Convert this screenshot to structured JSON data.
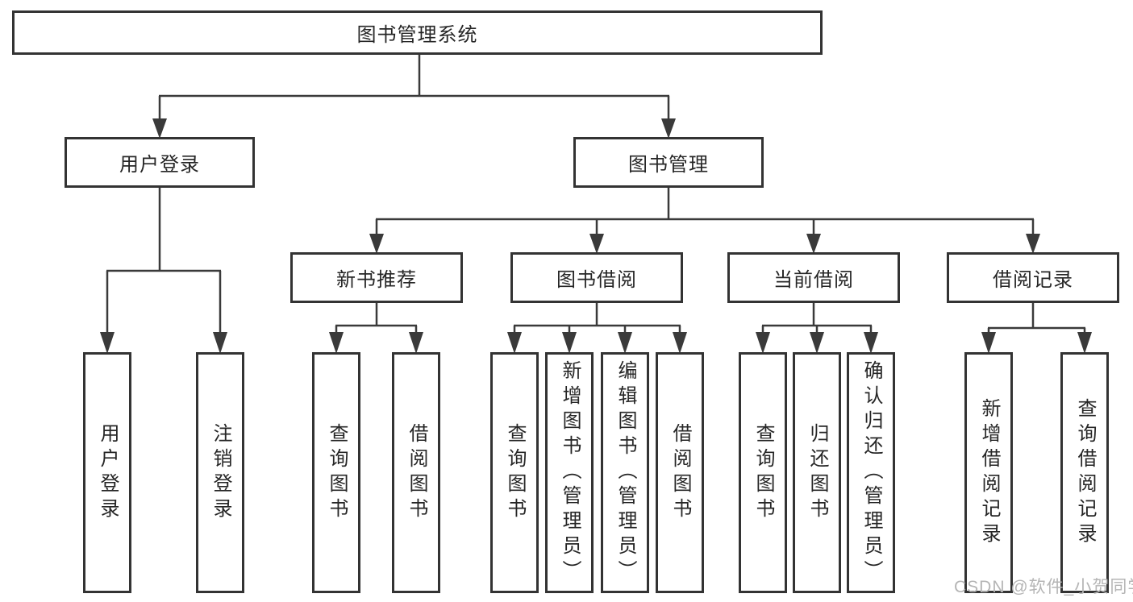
{
  "colors": {
    "line": "#3a3a3a",
    "border": "#333333",
    "text": "#262626",
    "watermark": "#b5b5b5",
    "bg": "#ffffff"
  },
  "tree": {
    "root": "图书管理系统",
    "branches": [
      {
        "label": "用户登录",
        "children": [
          "用户登录",
          "注销登录"
        ]
      },
      {
        "label": "图书管理",
        "groups": [
          {
            "label": "新书推荐",
            "children": [
              "查询图书",
              "借阅图书"
            ]
          },
          {
            "label": "图书借阅",
            "children": [
              "查询图书",
              "新增图书（管理员）",
              "编辑图书（管理员）",
              "借阅图书"
            ]
          },
          {
            "label": "当前借阅",
            "children": [
              "查询图书",
              "归还图书",
              "确认归还（管理员）"
            ]
          },
          {
            "label": "借阅记录",
            "children": [
              "新增借阅记录",
              "查询借阅记录"
            ]
          }
        ]
      }
    ]
  },
  "watermark": {
    "text": "CSDN @软件_小贺同学"
  }
}
